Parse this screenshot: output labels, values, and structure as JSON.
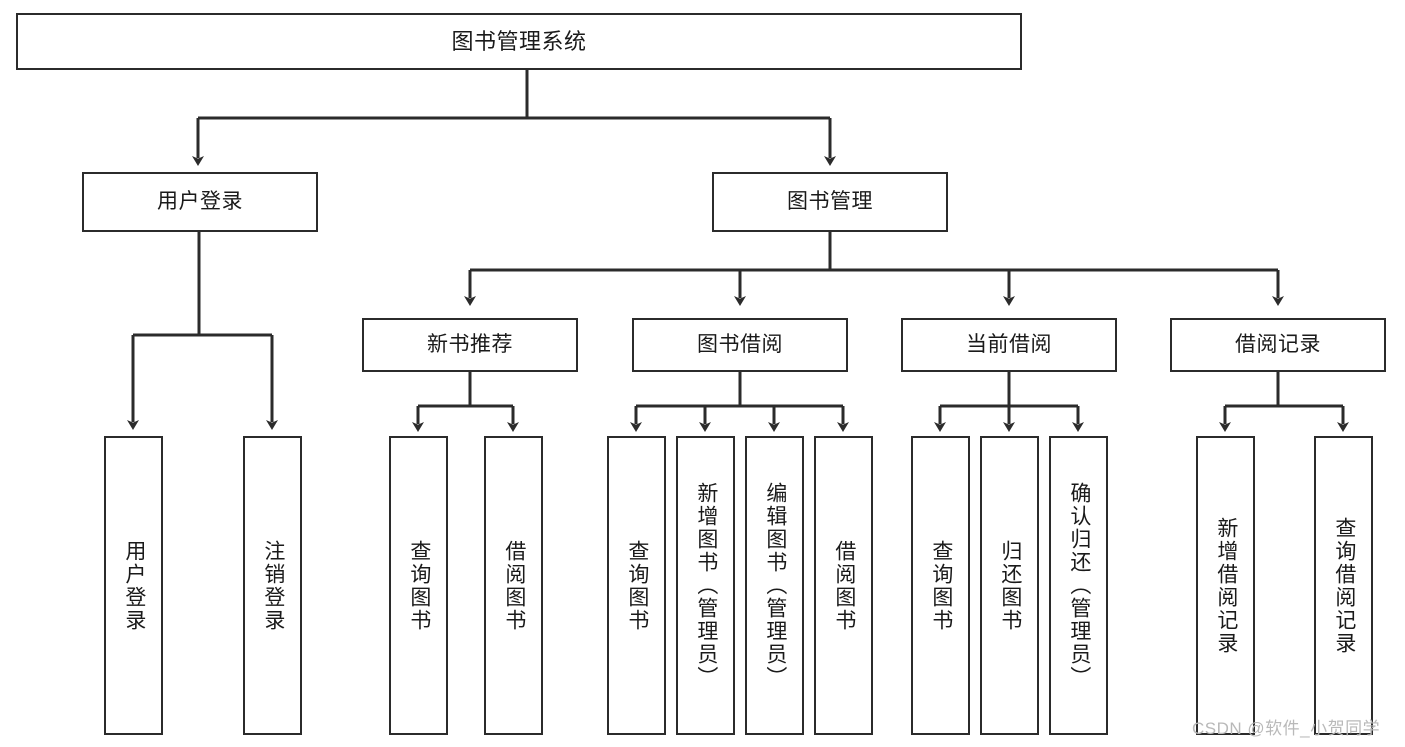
{
  "diagram": {
    "type": "tree",
    "title": "图书管理系统",
    "watermark": "CSDN @软件_小贺同学",
    "colors": {
      "box_border": "#2b2b2b",
      "box_fill": "#ffffff",
      "edge": "#2b2b2b",
      "text": "#1a1a1a",
      "watermark": "#b9b9b9",
      "background": "#ffffff"
    },
    "nodes": {
      "root": {
        "label": "图书管理系统"
      },
      "l2": [
        {
          "label": "用户登录"
        },
        {
          "label": "图书管理"
        }
      ],
      "l3": [
        {
          "label": "新书推荐"
        },
        {
          "label": "图书借阅"
        },
        {
          "label": "当前借阅"
        },
        {
          "label": "借阅记录"
        }
      ],
      "leaves": {
        "user_login": [
          {
            "label": "用户登录"
          },
          {
            "label": "注销登录"
          }
        ],
        "new_book": [
          {
            "label": "查询图书"
          },
          {
            "label": "借阅图书"
          }
        ],
        "book_borrow": [
          {
            "label": "查询图书"
          },
          {
            "label": "新增图书（管理员）"
          },
          {
            "label": "编辑图书（管理员）"
          },
          {
            "label": "借阅图书"
          }
        ],
        "current_borrow": [
          {
            "label": "查询图书"
          },
          {
            "label": "归还图书"
          },
          {
            "label": "确认归还（管理员）"
          }
        ],
        "borrow_record": [
          {
            "label": "新增借阅记录"
          },
          {
            "label": "查询借阅记录"
          }
        ]
      }
    }
  }
}
